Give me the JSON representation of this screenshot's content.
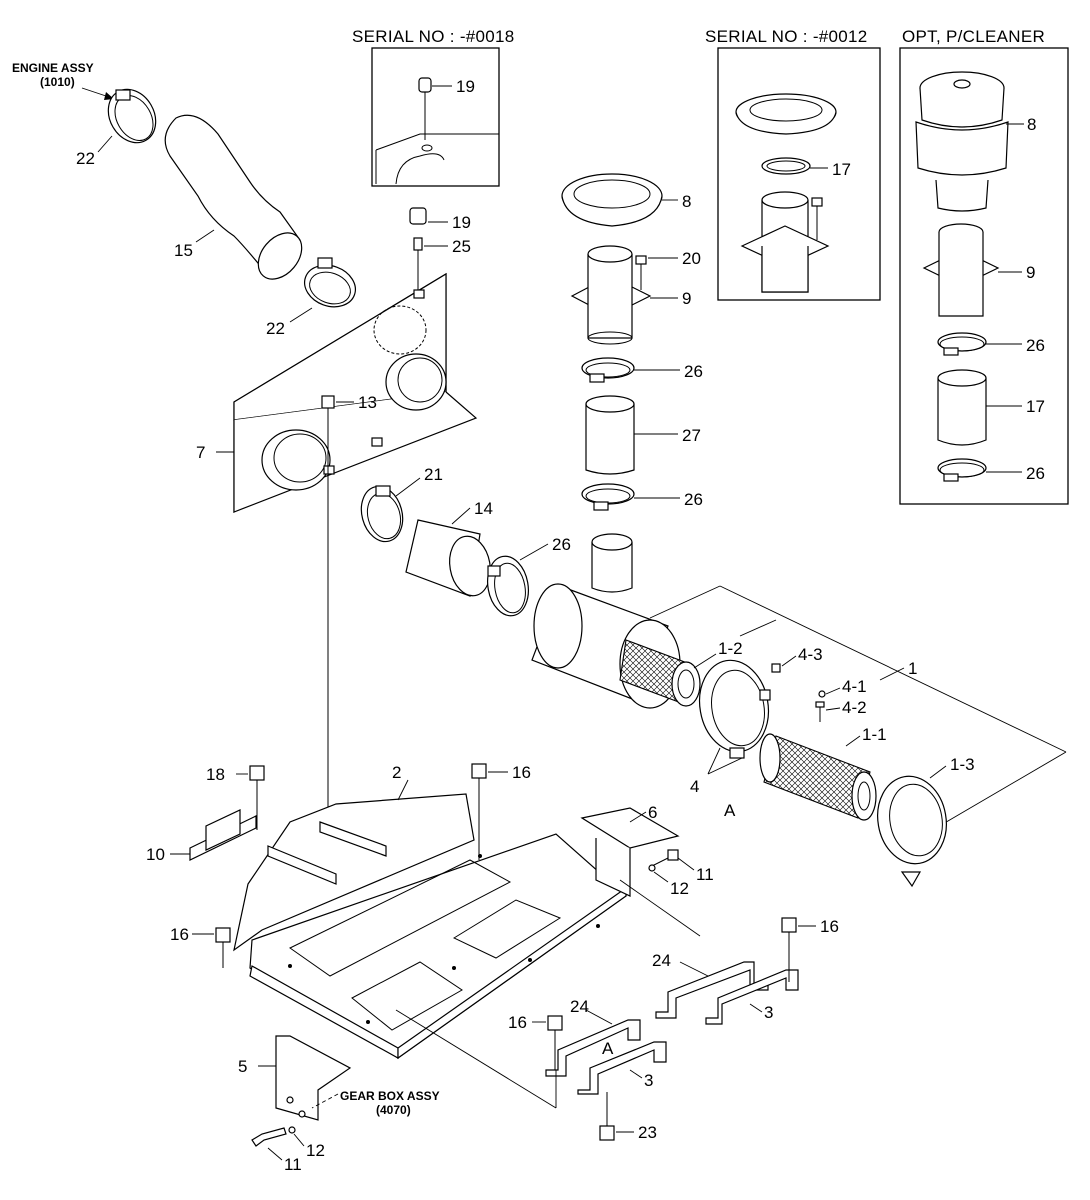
{
  "insets": {
    "serial_0018": "SERIAL NO : -#0018",
    "serial_0012": "SERIAL NO : -#0012",
    "opt_precleaner": "OPT, P/CLEANER"
  },
  "refs": {
    "engine_assy": "ENGINE ASSY",
    "engine_assy_no": "(1010)",
    "gearbox_assy": "GEAR BOX ASSY",
    "gearbox_assy_no": "(4070)",
    "detail_a": "A"
  },
  "labels": {
    "p1": "1",
    "p1_1": "1-1",
    "p1_2": "1-2",
    "p1_3": "1-3",
    "p2": "2",
    "p3": "3",
    "p4": "4",
    "p4_1": "4-1",
    "p4_2": "4-2",
    "p4_3": "4-3",
    "p5": "5",
    "p6": "6",
    "p7": "7",
    "p8": "8",
    "p9": "9",
    "p10": "10",
    "p11": "11",
    "p12": "12",
    "p13": "13",
    "p14": "14",
    "p15": "15",
    "p16": "16",
    "p17": "17",
    "p18": "18",
    "p19": "19",
    "p20": "20",
    "p21": "21",
    "p22": "22",
    "p23": "23",
    "p24": "24",
    "p25": "25",
    "p26": "26",
    "p27": "27"
  }
}
